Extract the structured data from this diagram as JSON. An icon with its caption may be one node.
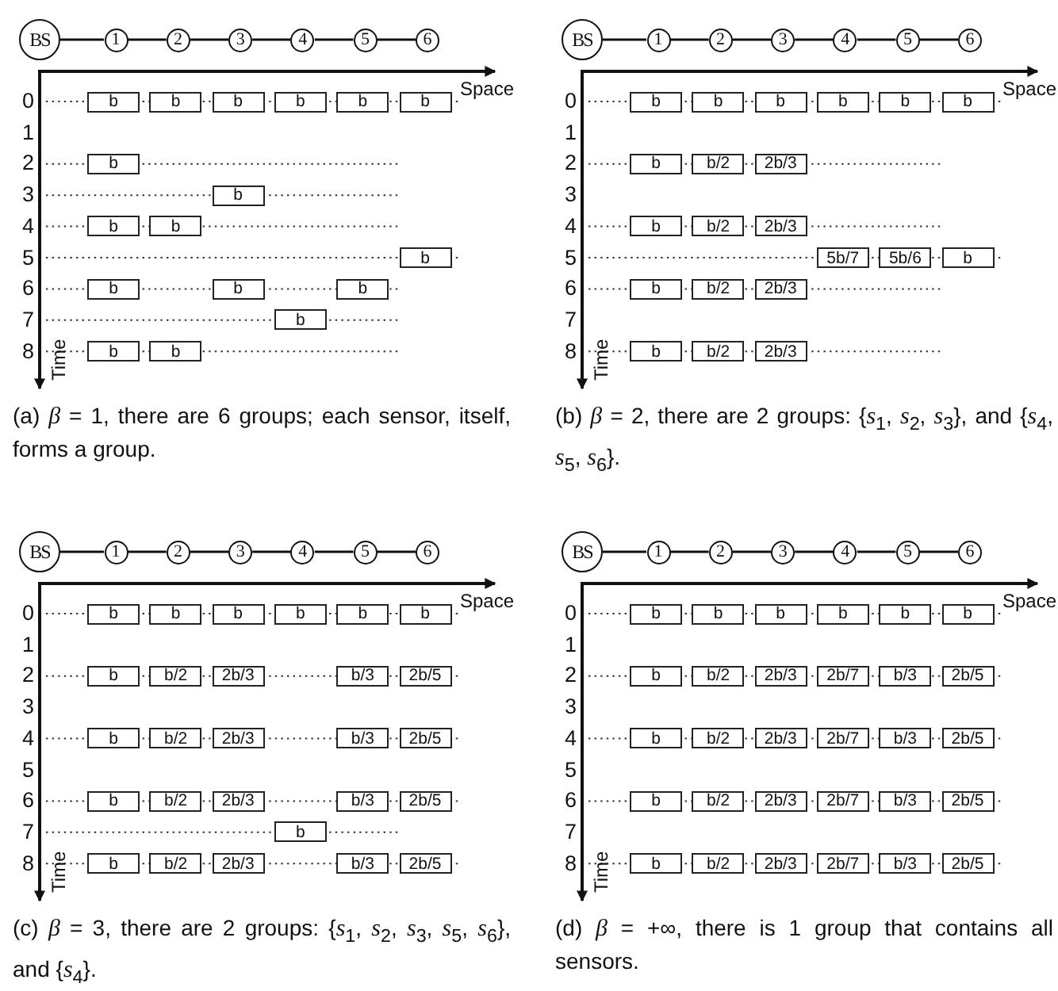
{
  "diagram": {
    "nodes": [
      {
        "text": [
          "BS"
        ]
      },
      {
        "text": [
          "1"
        ]
      },
      {
        "text": [
          "2"
        ]
      },
      {
        "text": [
          "3"
        ]
      },
      {
        "text": [
          "4"
        ]
      },
      {
        "text": [
          "5"
        ]
      },
      {
        "text": [
          "6"
        ]
      },
      {
        "text": [
          "b"
        ]
      },
      {
        "text": [
          "b"
        ]
      },
      {
        "text": [
          "b"
        ]
      },
      {
        "text": [
          "b"
        ]
      },
      {
        "text": [
          "b"
        ]
      },
      {
        "text": [
          "b"
        ]
      },
      {
        "text": [
          "b"
        ]
      },
      {
        "text": [
          "b"
        ]
      },
      {
        "text": [
          "b"
        ]
      },
      {
        "text": [
          "b"
        ]
      },
      {
        "text": [
          "b"
        ]
      },
      {
        "text": [
          "b"
        ]
      },
      {
        "text": [
          "b"
        ]
      },
      {
        "text": [
          "b"
        ]
      },
      {
        "text": [
          "b"
        ]
      },
      {
        "text": [
          "b"
        ]
      },
      {
        "text": [
          "b"
        ]
      },
      {
        "text": [
          "BS"
        ]
      },
      {
        "text": [
          "1"
        ]
      },
      {
        "text": [
          "2"
        ]
      },
      {
        "text": [
          "3"
        ]
      },
      {
        "text": [
          "4"
        ]
      },
      {
        "text": [
          "5"
        ]
      },
      {
        "text": [
          "6"
        ]
      },
      {
        "text": [
          "b"
        ]
      },
      {
        "text": [
          "b"
        ]
      },
      {
        "text": [
          "b"
        ]
      },
      {
        "text": [
          "b"
        ]
      },
      {
        "text": [
          "b"
        ]
      },
      {
        "text": [
          "b"
        ]
      },
      {
        "text": [
          "b"
        ]
      },
      {
        "text": [
          "b/2"
        ]
      },
      {
        "text": [
          "2b/3"
        ]
      },
      {
        "text": [
          "b"
        ]
      },
      {
        "text": [
          "b/2"
        ]
      },
      {
        "text": [
          "2b/3"
        ]
      },
      {
        "text": [
          "5b/7"
        ]
      },
      {
        "text": [
          "5b/6"
        ]
      },
      {
        "text": [
          "b"
        ]
      },
      {
        "text": [
          "b"
        ]
      },
      {
        "text": [
          "b/2"
        ]
      },
      {
        "text": [
          "2b/3"
        ]
      },
      {
        "text": [
          "b"
        ]
      },
      {
        "text": [
          "b/2"
        ]
      },
      {
        "text": [
          "2b/3"
        ]
      },
      {
        "text": [
          "BS"
        ]
      },
      {
        "text": [
          "1"
        ]
      },
      {
        "text": [
          "2"
        ]
      },
      {
        "text": [
          "3"
        ]
      },
      {
        "text": [
          "4"
        ]
      },
      {
        "text": [
          "5"
        ]
      },
      {
        "text": [
          "6"
        ]
      },
      {
        "text": [
          "b"
        ]
      },
      {
        "text": [
          "b"
        ]
      },
      {
        "text": [
          "b"
        ]
      },
      {
        "text": [
          "b"
        ]
      },
      {
        "text": [
          "b"
        ]
      },
      {
        "text": [
          "b"
        ]
      },
      {
        "text": [
          "b"
        ]
      },
      {
        "text": [
          "b/2"
        ]
      },
      {
        "text": [
          "2b/3"
        ]
      },
      {
        "text": [
          "b/3"
        ]
      },
      {
        "text": [
          "2b/5"
        ]
      },
      {
        "text": [
          "b"
        ]
      },
      {
        "text": [
          "b/2"
        ]
      },
      {
        "text": [
          "2b/3"
        ]
      },
      {
        "text": [
          "b/3"
        ]
      },
      {
        "text": [
          "2b/5"
        ]
      },
      {
        "text": [
          "b"
        ]
      },
      {
        "text": [
          "b/2"
        ]
      },
      {
        "text": [
          "2b/3"
        ]
      },
      {
        "text": [
          "b/3"
        ]
      },
      {
        "text": [
          "2b/5"
        ]
      },
      {
        "text": [
          "b"
        ]
      },
      {
        "text": [
          "b"
        ]
      },
      {
        "text": [
          "b/2"
        ]
      },
      {
        "text": [
          "2b/3"
        ]
      },
      {
        "text": [
          "b/3"
        ]
      },
      {
        "text": [
          "2b/5"
        ]
      },
      {
        "text": [
          "BS"
        ]
      },
      {
        "text": [
          "1"
        ]
      },
      {
        "text": [
          "2"
        ]
      },
      {
        "text": [
          "3"
        ]
      },
      {
        "text": [
          "4"
        ]
      },
      {
        "text": [
          "5"
        ]
      },
      {
        "text": [
          "6"
        ]
      },
      {
        "text": [
          "b"
        ]
      },
      {
        "text": [
          "b"
        ]
      },
      {
        "text": [
          "b"
        ]
      },
      {
        "text": [
          "b"
        ]
      },
      {
        "text": [
          "b"
        ]
      },
      {
        "text": [
          "b"
        ]
      },
      {
        "text": [
          "b"
        ]
      },
      {
        "text": [
          "b/2"
        ]
      },
      {
        "text": [
          "2b/3"
        ]
      },
      {
        "text": [
          "2b/7"
        ]
      },
      {
        "text": [
          "b/3"
        ]
      },
      {
        "text": [
          "2b/5"
        ]
      },
      {
        "text": [
          "b"
        ]
      },
      {
        "text": [
          "b/2"
        ]
      },
      {
        "text": [
          "2b/3"
        ]
      },
      {
        "text": [
          "2b/7"
        ]
      },
      {
        "text": [
          "b/3"
        ]
      },
      {
        "text": [
          "2b/5"
        ]
      },
      {
        "text": [
          "b"
        ]
      },
      {
        "text": [
          "b/2"
        ]
      },
      {
        "text": [
          "2b/3"
        ]
      },
      {
        "text": [
          "2b/7"
        ]
      },
      {
        "text": [
          "b/3"
        ]
      },
      {
        "text": [
          "2b/5"
        ]
      },
      {
        "text": [
          "b"
        ]
      },
      {
        "text": [
          "b/2"
        ]
      },
      {
        "text": [
          "2b/3"
        ]
      },
      {
        "text": [
          "2b/7"
        ]
      },
      {
        "text": [
          "b/3"
        ]
      },
      {
        "text": [
          "2b/5"
        ]
      }
    ],
    "edges": [
      {
        "from": 0,
        "to": 1,
        "arrow": "none"
      },
      {
        "from": 1,
        "to": 2,
        "arrow": "none"
      },
      {
        "from": 2,
        "to": 3,
        "arrow": "none"
      },
      {
        "from": 3,
        "to": 4,
        "arrow": "none"
      },
      {
        "from": 4,
        "to": 5,
        "arrow": "none"
      },
      {
        "from": 5,
        "to": 6,
        "arrow": "none"
      },
      {
        "from": 24,
        "to": 25,
        "arrow": "none"
      },
      {
        "from": 25,
        "to": 26,
        "arrow": "none"
      },
      {
        "from": 26,
        "to": 27,
        "arrow": "none"
      },
      {
        "from": 27,
        "to": 28,
        "arrow": "none"
      },
      {
        "from": 28,
        "to": 29,
        "arrow": "none"
      },
      {
        "from": 29,
        "to": 30,
        "arrow": "none"
      },
      {
        "from": 52,
        "to": 53,
        "arrow": "none"
      },
      {
        "from": 53,
        "to": 54,
        "arrow": "none"
      },
      {
        "from": 54,
        "to": 55,
        "arrow": "none"
      },
      {
        "from": 55,
        "to": 56,
        "arrow": "none"
      },
      {
        "from": 56,
        "to": 57,
        "arrow": "none"
      },
      {
        "from": 57,
        "to": 58,
        "arrow": "none"
      },
      {
        "from": 86,
        "to": 87,
        "arrow": "none"
      },
      {
        "from": 87,
        "to": 88,
        "arrow": "none"
      },
      {
        "from": 88,
        "to": 89,
        "arrow": "none"
      },
      {
        "from": 89,
        "to": 90,
        "arrow": "none"
      },
      {
        "from": 90,
        "to": 91,
        "arrow": "none"
      },
      {
        "from": 91,
        "to": 92,
        "arrow": "none"
      }
    ],
    "labels": [
      "Space",
      "0",
      "1",
      "2",
      "3",
      "4",
      "5",
      "6",
      "7",
      "8",
      "Time",
      "(a) *β* = 1, there are 6 groups; each sensor, itself, forms a group.",
      "Space",
      "0",
      "1",
      "2",
      "3",
      "4",
      "5",
      "6",
      "7",
      "8",
      "Time",
      "(b) *β* = 2, there are 2 groups: {*s*$_{1}$, *s*$_{2}$, *s*$_{3}$}, and {*s*$_{4}$, *s*$_{5}$, *s*$_{6}$}.",
      "Space",
      "0",
      "1",
      "2",
      "3",
      "4",
      "5",
      "6",
      "7",
      "8",
      "Time",
      "(c) *β* = 3, there are 2 groups: {*s*$_{1}$, *s*$_{2}$, *s*$_{3}$, *s*$_{5}$, *s*$_{6}$}, and {*s*$_{4}$}.",
      "Space",
      "0",
      "1",
      "2",
      "3",
      "4",
      "5",
      "6",
      "7",
      "8",
      "Time",
      "(d) *β* = +∞, there is 1 group that contains all sensors."
    ]
  }
}
